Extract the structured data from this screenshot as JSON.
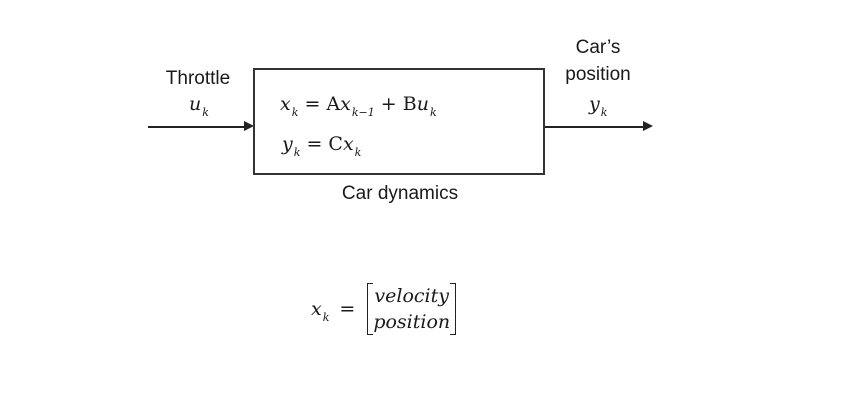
{
  "input": {
    "label": "Throttle",
    "symbol": "u",
    "subscript": "k"
  },
  "output": {
    "label_line1": "Car’s",
    "label_line2": "position",
    "symbol": "y",
    "subscript": "k"
  },
  "block": {
    "caption": "Car dynamics",
    "eq1": {
      "lhs": "x",
      "lhs_sub": "k",
      "rhs_a": "= A",
      "rhs_x": "x",
      "rhs_x_sub": "k−1",
      "rhs_b": " + B",
      "rhs_u": "u",
      "rhs_u_sub": "k"
    },
    "eq2": {
      "lhs": "y",
      "lhs_sub": "k",
      "rhs": "= C",
      "rhs_x": "x",
      "rhs_x_sub": "k"
    }
  },
  "state": {
    "lhs": "x",
    "lhs_sub": "k",
    "equals": "=",
    "top": "velocity",
    "bottom": "position"
  }
}
